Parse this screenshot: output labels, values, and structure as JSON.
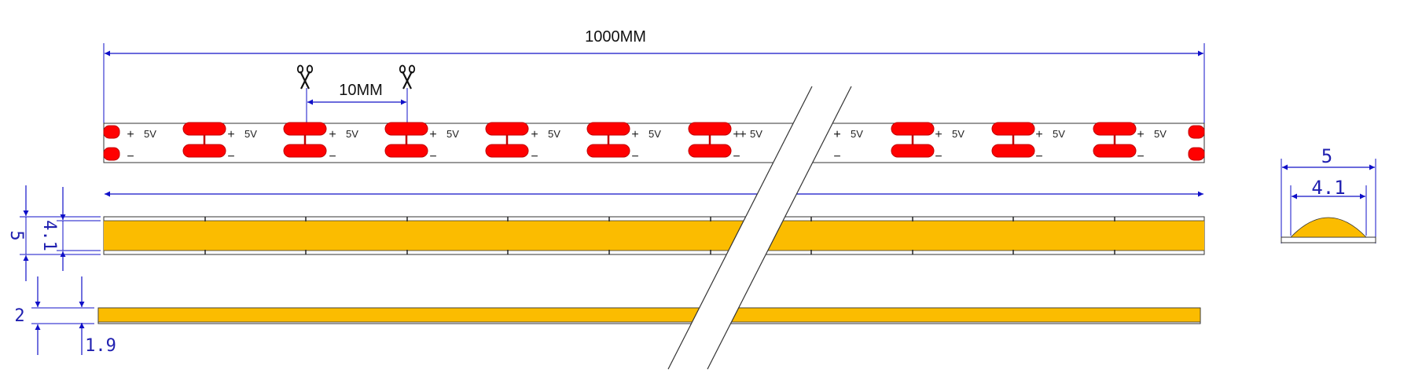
{
  "dimensions": {
    "total_length": "1000MM",
    "cut_length": "10MM",
    "strip_width": "5",
    "emitting_width": "4.1",
    "overall_height": "2",
    "board_height": "1.9",
    "profile_width": "5",
    "profile_emitting_width": "4.1"
  },
  "strip": {
    "positive_sign": "+",
    "negative_sign": "−",
    "voltage": "5V"
  },
  "icons": {
    "cut_mark": "scissors-icon"
  },
  "colors": {
    "dimension_line": "#1010c8",
    "dimension_text": "#2020b0",
    "led_chip": "#ff0000",
    "led_chip_edge": "#c00000",
    "phosphor": "#fbbc00",
    "outline": "#333333"
  }
}
